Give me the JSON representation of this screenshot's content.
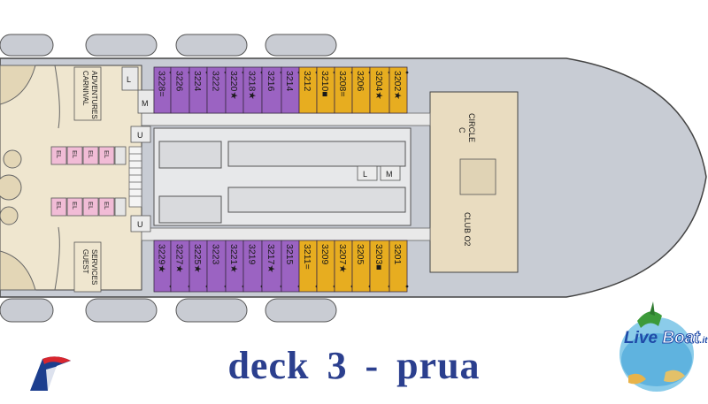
{
  "title": "deck  3  -  prua",
  "colors": {
    "hull": "#c8ccd4",
    "floor": "#efe6cf",
    "corridor": "#e9e9e9",
    "inside_cabin": "#9b63c2",
    "ocean_cabin": "#e7ad20",
    "elevator": "#f1bcd6",
    "title": "#2b3f8e"
  },
  "upper_cabins": [
    {
      "number": "3228",
      "marker": "=",
      "kind": "inside"
    },
    {
      "number": "3226",
      "marker": "",
      "kind": "inside"
    },
    {
      "number": "3224",
      "marker": "",
      "kind": "inside"
    },
    {
      "number": "3222",
      "marker": "",
      "kind": "inside"
    },
    {
      "number": "3220",
      "marker": "★",
      "kind": "inside"
    },
    {
      "number": "3218",
      "marker": "★",
      "kind": "inside"
    },
    {
      "number": "3216",
      "marker": "",
      "kind": "inside"
    },
    {
      "number": "3214",
      "marker": "",
      "kind": "inside"
    },
    {
      "number": "3212",
      "marker": "",
      "kind": "ocean"
    },
    {
      "number": "3210",
      "marker": "■",
      "kind": "ocean"
    },
    {
      "number": "3208",
      "marker": "=",
      "kind": "ocean"
    },
    {
      "number": "3206",
      "marker": "",
      "kind": "ocean"
    },
    {
      "number": "3204",
      "marker": "★",
      "kind": "ocean"
    },
    {
      "number": "3202",
      "marker": "★",
      "kind": "ocean"
    }
  ],
  "lower_cabins": [
    {
      "number": "3229",
      "marker": "★",
      "kind": "inside"
    },
    {
      "number": "3227",
      "marker": "★",
      "kind": "inside"
    },
    {
      "number": "3225",
      "marker": "★",
      "kind": "inside"
    },
    {
      "number": "3223",
      "marker": "",
      "kind": "inside"
    },
    {
      "number": "3221",
      "marker": "★",
      "kind": "inside"
    },
    {
      "number": "3219",
      "marker": "",
      "kind": "inside"
    },
    {
      "number": "3217",
      "marker": "★",
      "kind": "inside"
    },
    {
      "number": "3215",
      "marker": "",
      "kind": "inside"
    },
    {
      "number": "3211",
      "marker": "=",
      "kind": "ocean"
    },
    {
      "number": "3209",
      "marker": "",
      "kind": "ocean"
    },
    {
      "number": "3207",
      "marker": "★",
      "kind": "ocean"
    },
    {
      "number": "3205",
      "marker": "",
      "kind": "ocean"
    },
    {
      "number": "3203",
      "marker": "■",
      "kind": "ocean"
    },
    {
      "number": "3201",
      "marker": "",
      "kind": "ocean"
    }
  ],
  "labels": {
    "carnival_adventures_1": "CARNIVAL",
    "carnival_adventures_2": "ADVENTURES",
    "guest_services_1": "GUEST",
    "guest_services_2": "SERVICES",
    "circle_c_1": "CIRCLE",
    "circle_c_2": "C",
    "club_o2": "CLUB O2",
    "l": "L",
    "m": "M",
    "u": "U",
    "el": "EL"
  },
  "logo": {
    "name_part1": "Live",
    "name_part2": "Boat",
    "suffix": ".it"
  }
}
